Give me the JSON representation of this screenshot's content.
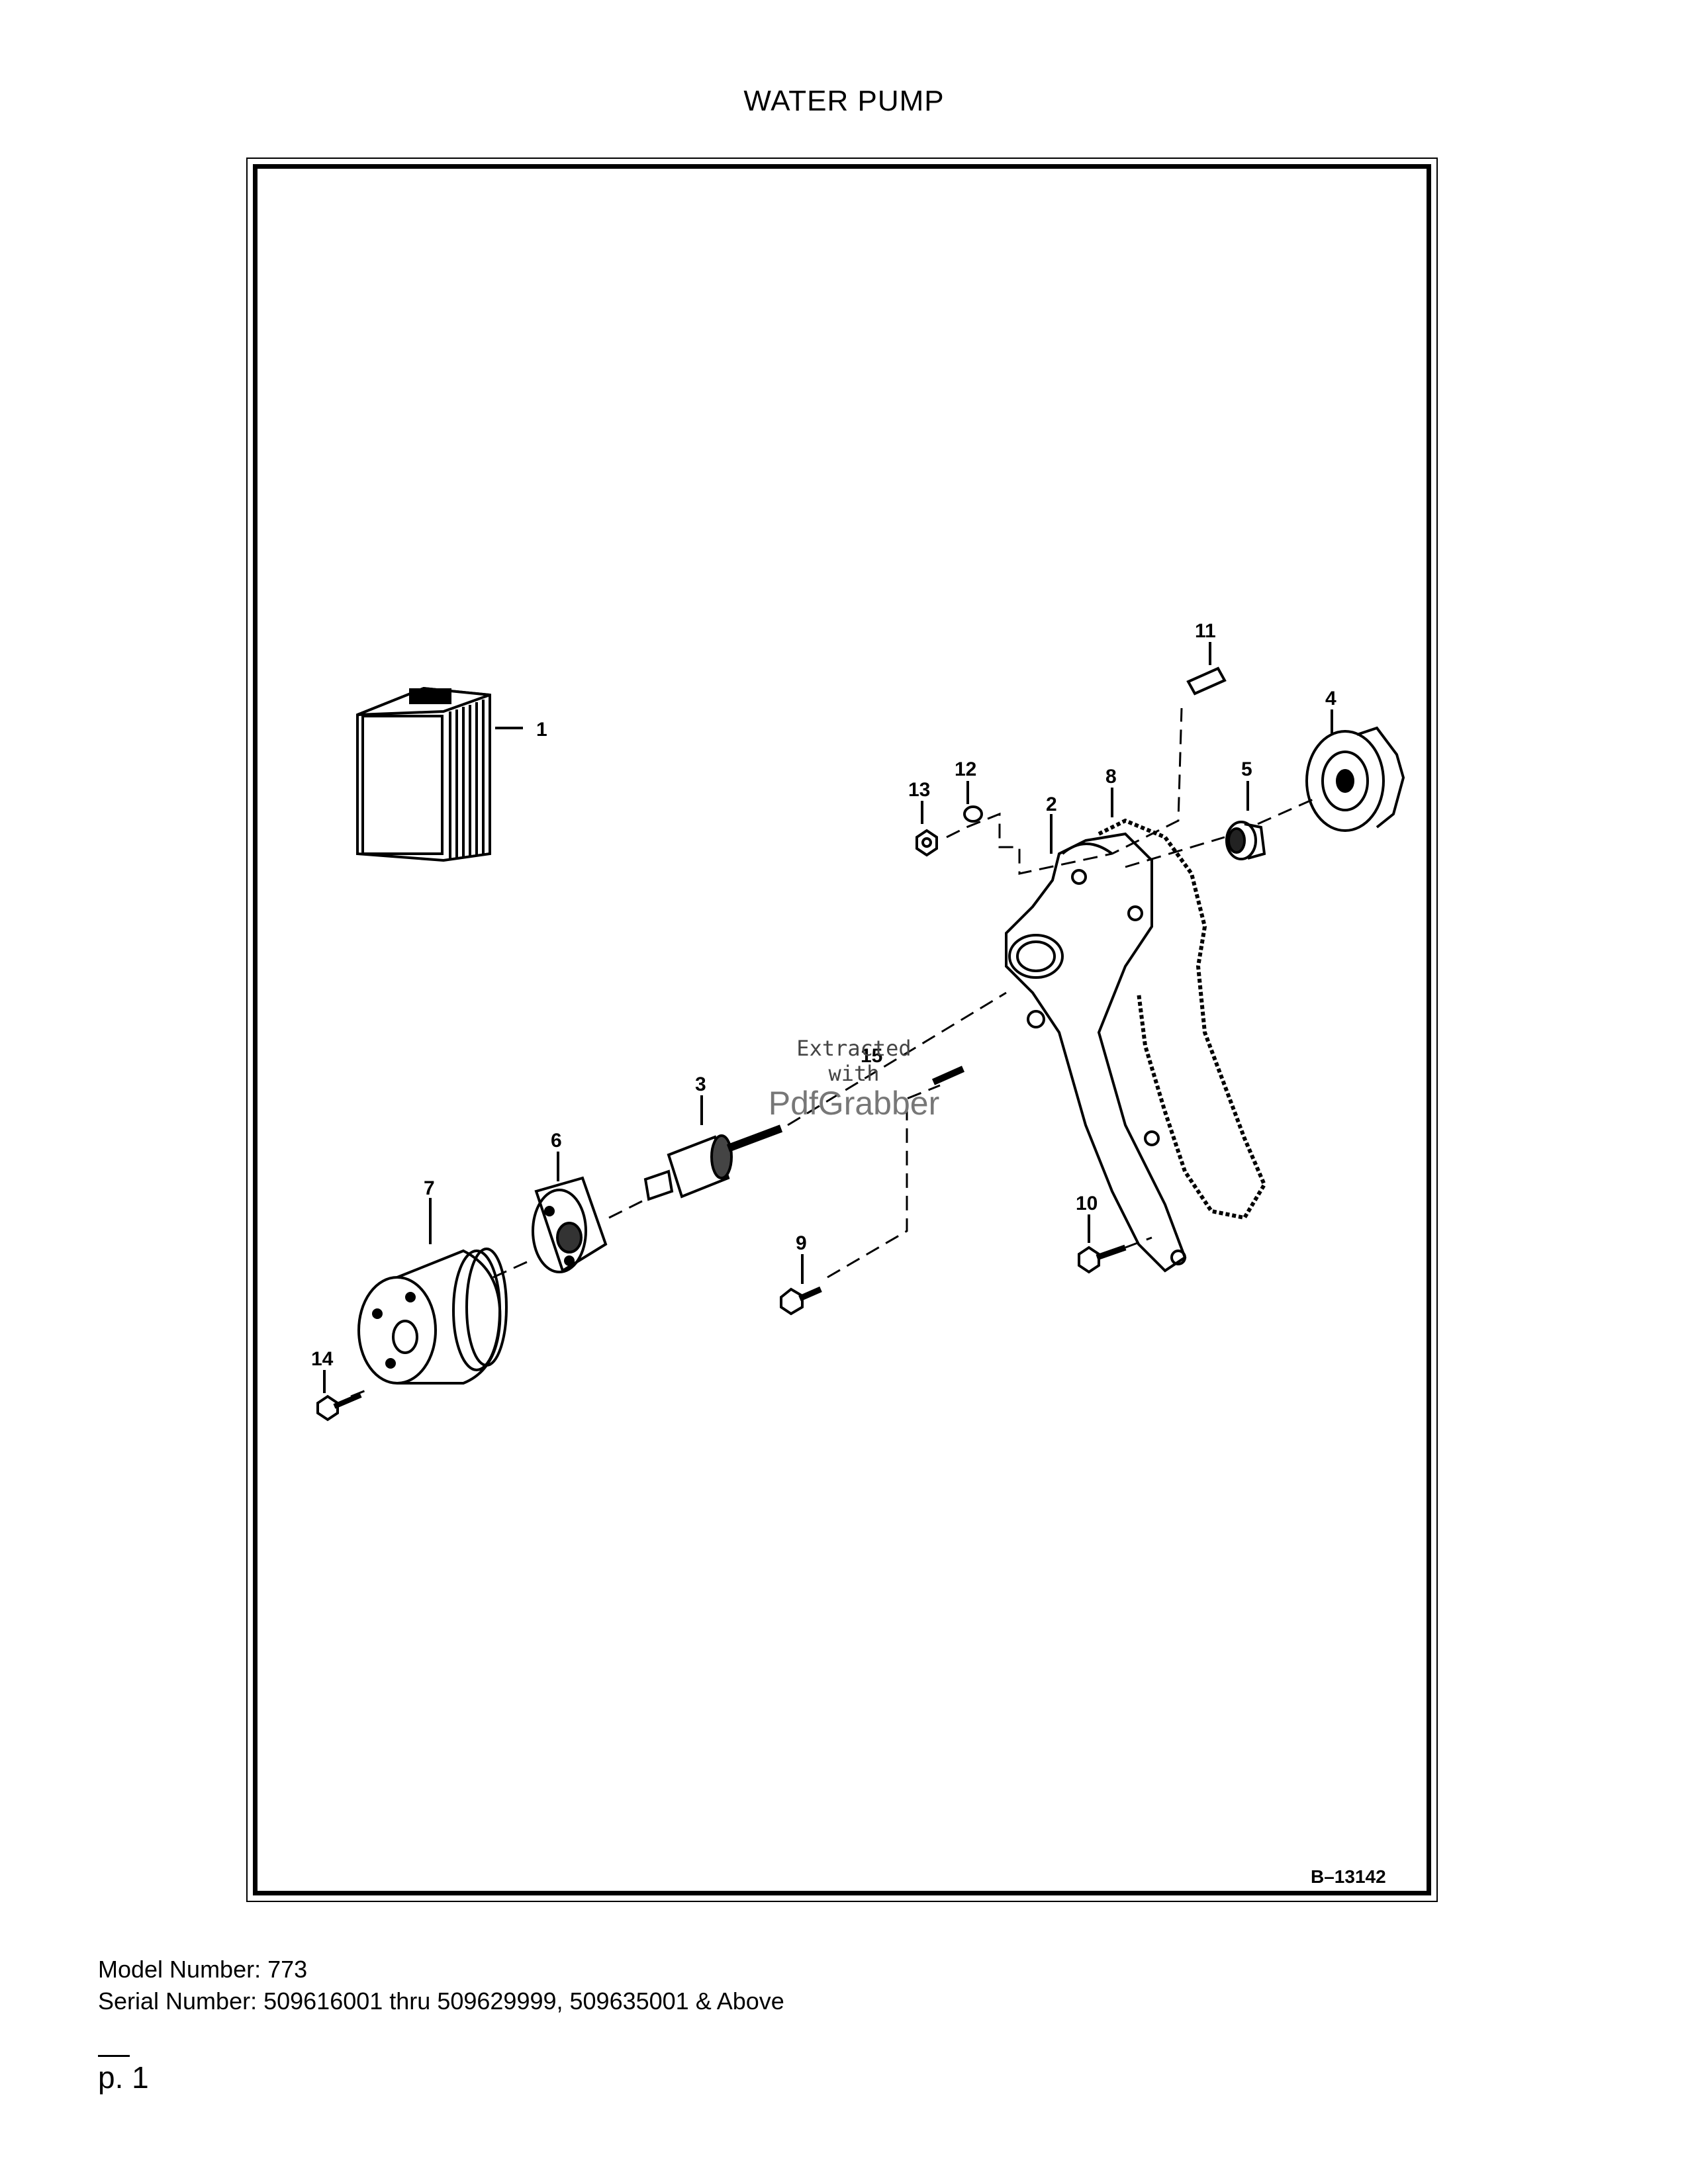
{
  "page": {
    "title": "WATER PUMP",
    "figure_number": "B–13142",
    "model_label": "Model Number: 773",
    "serial_label": "Serial Number: 509616001 thru 509629999, 509635001 & Above",
    "page_number": "p. 1"
  },
  "watermark": {
    "line1": "Extracted",
    "line2": "with",
    "line3": "PdfGrabber"
  },
  "callouts": {
    "c1": "1",
    "c2": "2",
    "c3": "3",
    "c4": "4",
    "c5": "5",
    "c6": "6",
    "c7": "7",
    "c8": "8",
    "c9": "9",
    "c10": "10",
    "c11": "11",
    "c12": "12",
    "c13": "13",
    "c14": "14",
    "c15": "15"
  }
}
